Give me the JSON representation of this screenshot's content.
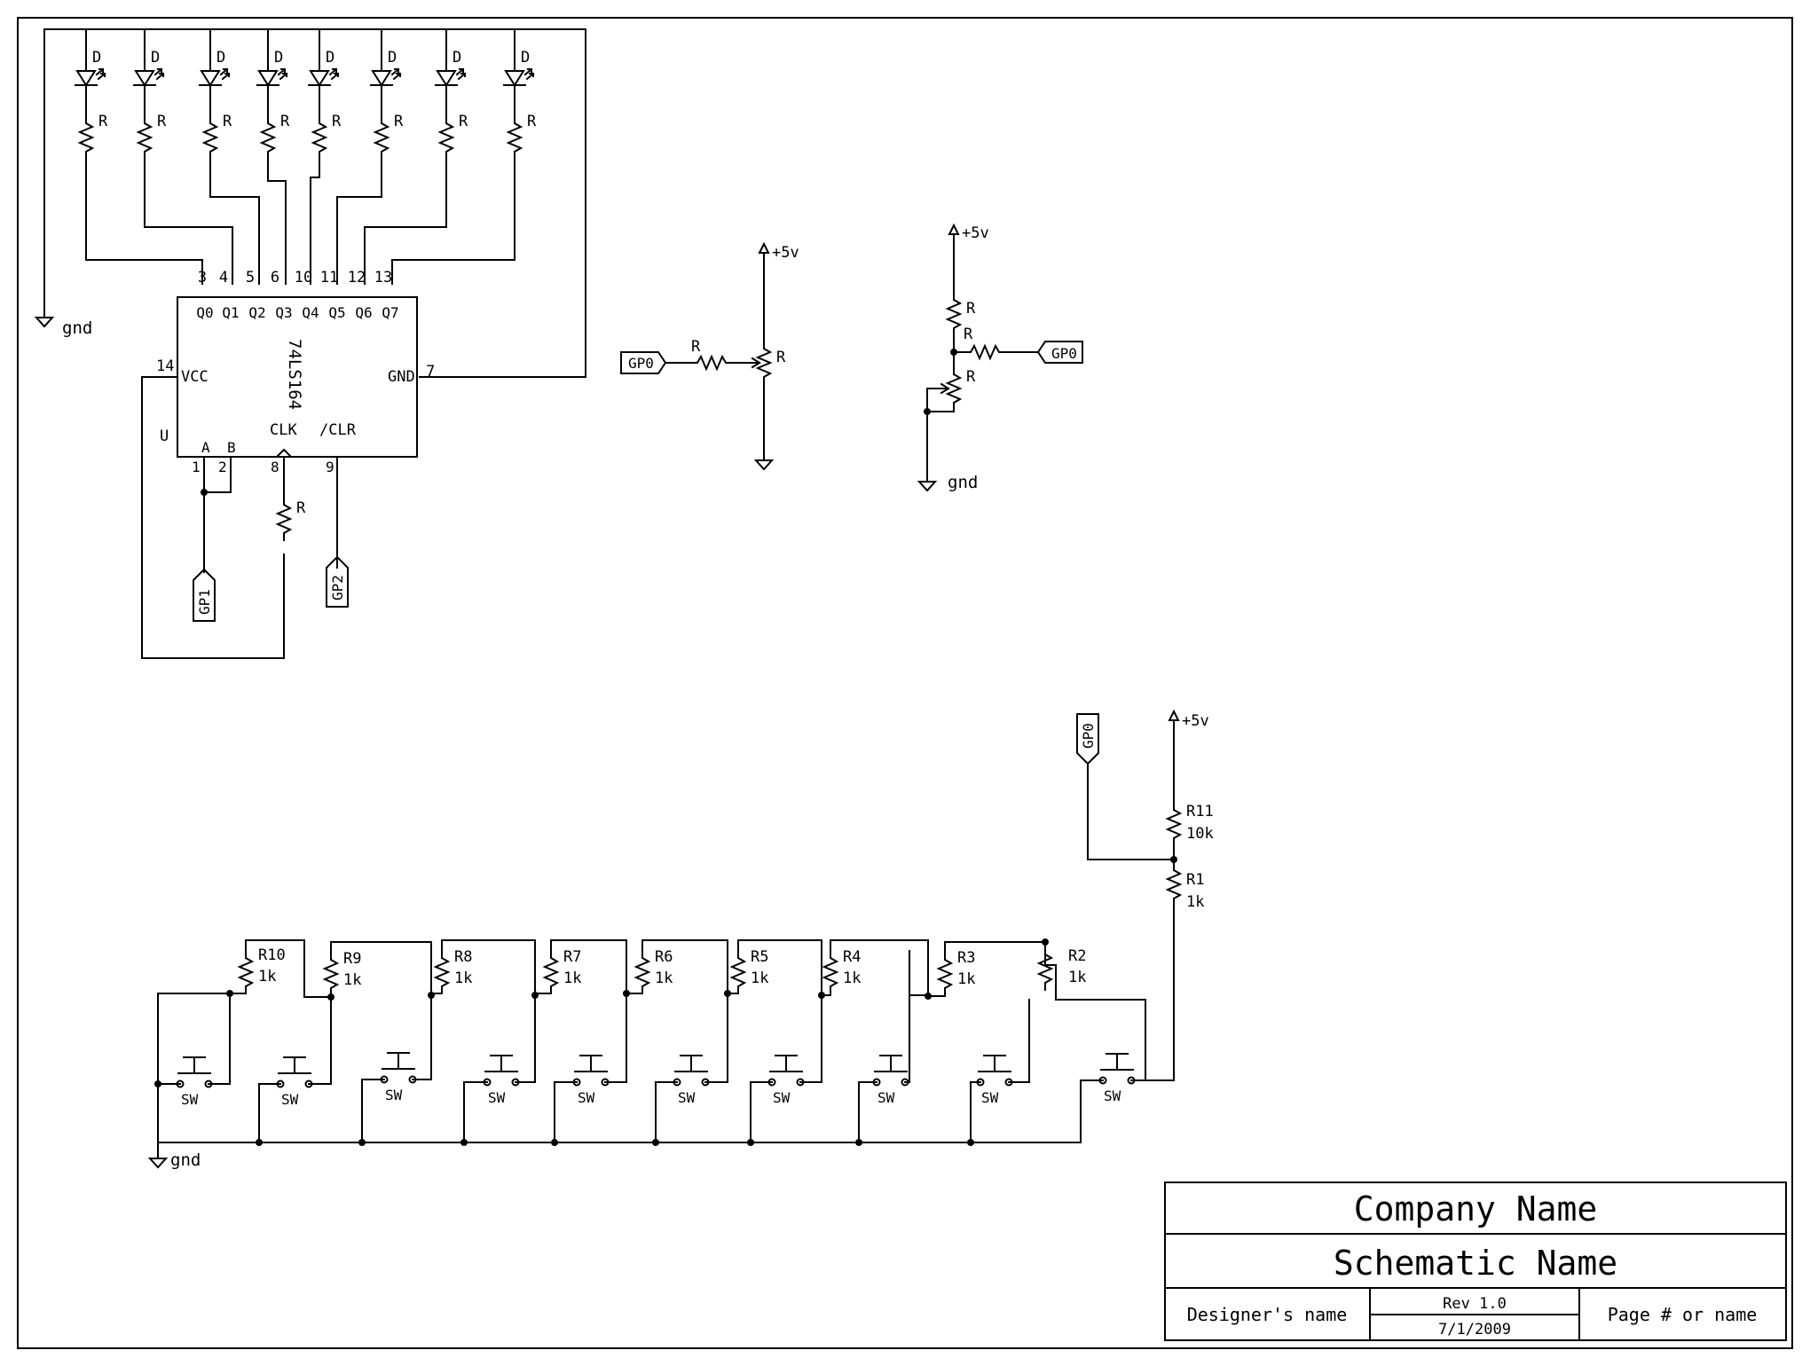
{
  "title_block": {
    "company": "Company Name",
    "schematic": "Schematic Name",
    "designer": "Designer's name",
    "rev": "Rev 1.0",
    "date": "7/1/2009",
    "page": "Page # or name"
  },
  "shift_register": {
    "part": "74LS164",
    "designator": "U",
    "outputs": [
      {
        "pin": "3",
        "label": "Q0"
      },
      {
        "pin": "4",
        "label": "Q1"
      },
      {
        "pin": "5",
        "label": "Q2"
      },
      {
        "pin": "6",
        "label": "Q3"
      },
      {
        "pin": "10",
        "label": "Q4"
      },
      {
        "pin": "11",
        "label": "Q5"
      },
      {
        "pin": "12",
        "label": "Q6"
      },
      {
        "pin": "13",
        "label": "Q7"
      }
    ],
    "vcc": {
      "pin": "14",
      "label": "VCC"
    },
    "gnd": {
      "pin": "7",
      "label": "GND"
    },
    "in_a": {
      "pin": "1",
      "label": "A"
    },
    "in_b": {
      "pin": "2",
      "label": "B"
    },
    "clk": {
      "pin": "8",
      "label": "CLK"
    },
    "clr": {
      "pin": "9",
      "label": "/CLR"
    }
  },
  "led_array": {
    "led_label": "D",
    "resistor_label": "R",
    "count": 8
  },
  "labels": {
    "gnd": "gnd",
    "plus5v": "+5v",
    "gp0": "GP0",
    "gp1": "GP1",
    "gp2": "GP2",
    "r": "R",
    "sw": "SW"
  },
  "button_ladder": {
    "r11": {
      "ref": "R11",
      "value": "10k"
    },
    "r1": {
      "ref": "R1",
      "value": "1k"
    },
    "resistors": [
      {
        "ref": "R10",
        "value": "1k"
      },
      {
        "ref": "R9",
        "value": "1k"
      },
      {
        "ref": "R8",
        "value": "1k"
      },
      {
        "ref": "R7",
        "value": "1k"
      },
      {
        "ref": "R6",
        "value": "1k"
      },
      {
        "ref": "R5",
        "value": "1k"
      },
      {
        "ref": "R4",
        "value": "1k"
      },
      {
        "ref": "R3",
        "value": "1k"
      },
      {
        "ref": "R2",
        "value": "1k"
      }
    ]
  }
}
